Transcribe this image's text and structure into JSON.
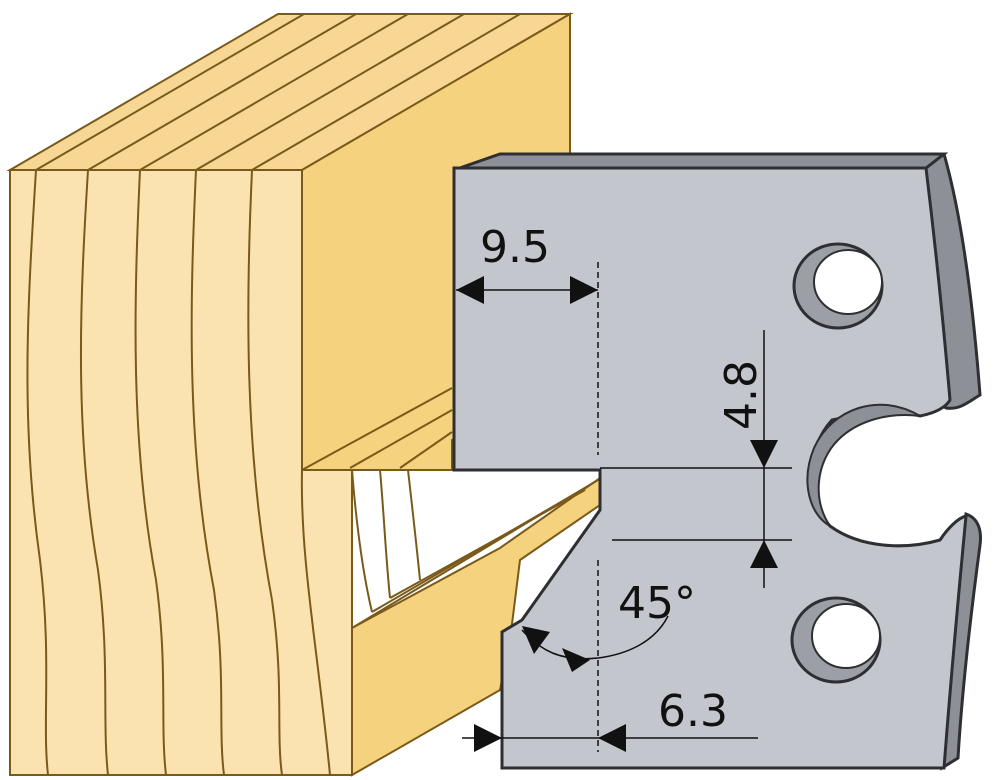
{
  "dimensions": {
    "top_width": "9.5",
    "groove_depth": "4.8",
    "bevel_angle": "45°",
    "bottom_width": "6.3"
  },
  "colors": {
    "wood_face": "#fbe3b1",
    "wood_top": "#f7d793",
    "wood_cut": "#f5d27d",
    "wood_line": "#7a5a1a",
    "steel_face": "#c3c6cc",
    "steel_edge": "#8d9096",
    "steel_hole": "#9c9fa6",
    "steel_outline": "#2e2f33",
    "dimension_ink": "#111111"
  }
}
